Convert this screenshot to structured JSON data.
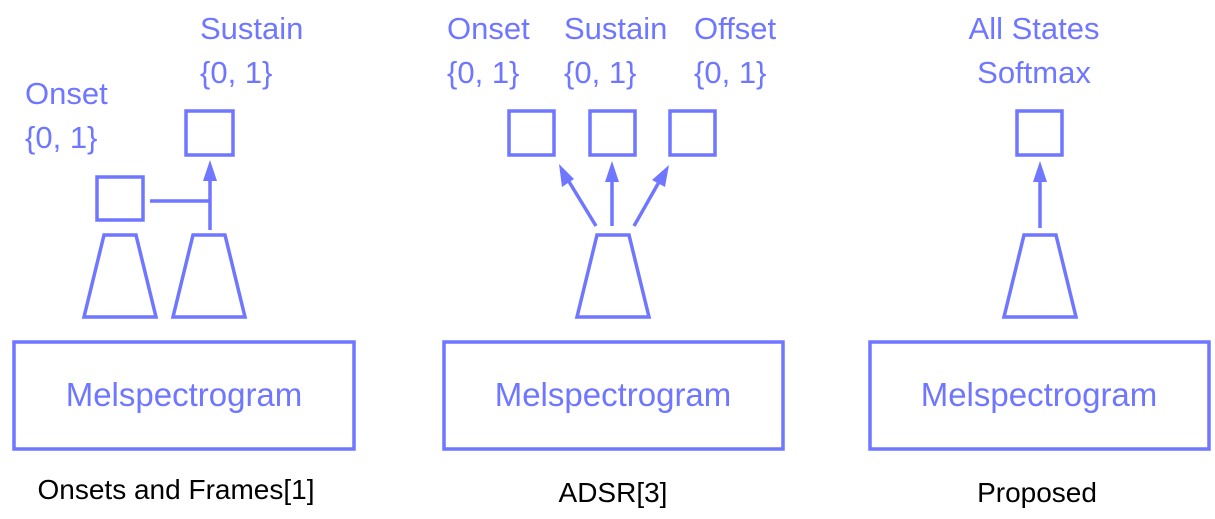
{
  "colors": {
    "accent": "#6f76ff",
    "caption": "#000000",
    "background": "#ffffff"
  },
  "panels": [
    {
      "input_label": "Melspectrogram",
      "caption": "Onsets and Frames[1]",
      "outputs": [
        {
          "name": "Onset",
          "values": "{0, 1}"
        },
        {
          "name": "Sustain",
          "values": "{0, 1}"
        }
      ]
    },
    {
      "input_label": "Melspectrogram",
      "caption": "ADSR[3]",
      "outputs": [
        {
          "name": "Onset",
          "values": "{0, 1}"
        },
        {
          "name": "Sustain",
          "values": "{0, 1}"
        },
        {
          "name": "Offset",
          "values": "{0, 1}"
        }
      ]
    },
    {
      "input_label": "Melspectrogram",
      "caption": "Proposed",
      "outputs": [
        {
          "name": "All States",
          "values": "Softmax"
        }
      ]
    }
  ]
}
